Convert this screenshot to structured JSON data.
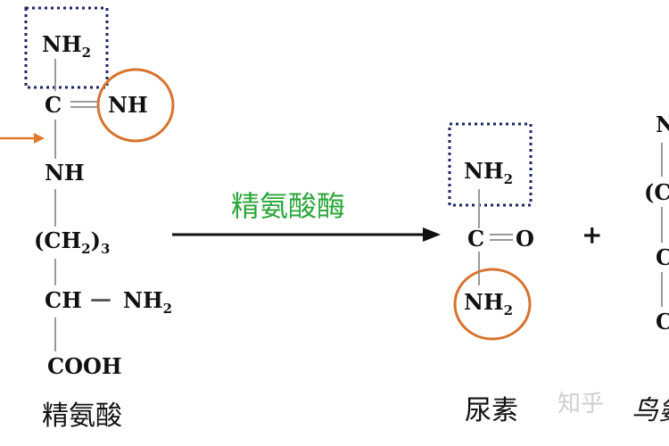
{
  "arginine": {
    "nh2_top": "NH",
    "nh2_top_sub": "2",
    "carbon": "C",
    "imine_nh": "NH",
    "nh": "NH",
    "ch2_group": "(CH",
    "ch2_sub": "2",
    "ch2_close": ")",
    "ch2_count": "3",
    "ch": "CH",
    "dash": "—",
    "amine": "NH",
    "amine_sub": "2",
    "cooh": "COOH",
    "name": "精氨酸"
  },
  "reaction": {
    "enzyme": "精氨酸酶",
    "plus": "+"
  },
  "urea": {
    "nh2_top": "NH",
    "nh2_top_sub": "2",
    "carbon": "C",
    "oxygen": "O",
    "nh2_bottom": "NH",
    "nh2_bottom_sub": "2",
    "name": "尿素"
  },
  "ornithine_partial": {
    "row1": "N",
    "row2": "(C",
    "row3": "C",
    "row4": "C",
    "name_partial": "鸟氨"
  },
  "watermark": "知乎",
  "colors": {
    "circle": "#d8722e",
    "box": "#1c2466",
    "enzyme_text": "#2aa63a",
    "pointer_arrow": "#e07a2a"
  }
}
